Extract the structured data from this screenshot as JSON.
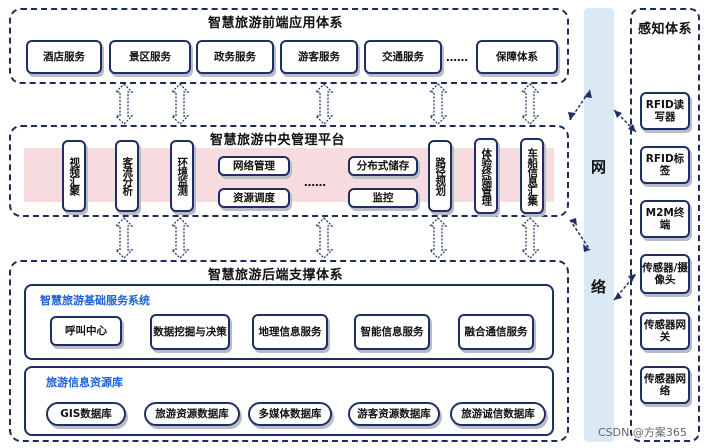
{
  "front": {
    "title": "智慧旅游前端应用体系",
    "services": [
      "酒店服务",
      "景区服务",
      "政务服务",
      "游客服务",
      "交通服务",
      "保障体系"
    ],
    "ellipsis": "……"
  },
  "central": {
    "title": "智慧旅游中央管理平台",
    "left_vertical": [
      "视频汇聚",
      "客流分析",
      "环境监测"
    ],
    "mid_boxes": [
      "网络管理",
      "资源调度",
      "分布式储存",
      "监控"
    ],
    "ellipsis": "……",
    "right_vertical": [
      "路径规划",
      "体验终端管理",
      "车船信息汇集"
    ]
  },
  "back": {
    "title": "智慧旅游后端支撑体系",
    "base": {
      "title": "智慧旅游基础服务系统",
      "items": [
        "呼叫中心",
        "数据挖掘与决策",
        "地理信息服务",
        "智能信息服务",
        "融合通信服务"
      ]
    },
    "resource": {
      "title": "旅游信息资源库",
      "items": [
        "GIS数据库",
        "旅游资源数据库",
        "多媒体数据库",
        "游客资源数据库",
        "旅游诚信数据库"
      ]
    }
  },
  "network": {
    "char1": "网",
    "char2": "络"
  },
  "perception": {
    "title": "感知体系",
    "items": [
      "RFID读写器",
      "RFID标签",
      "M2M终端",
      "传感器/摄像头",
      "传感器网关",
      "传感器网络"
    ]
  },
  "watermark": "CSDN @方案365"
}
